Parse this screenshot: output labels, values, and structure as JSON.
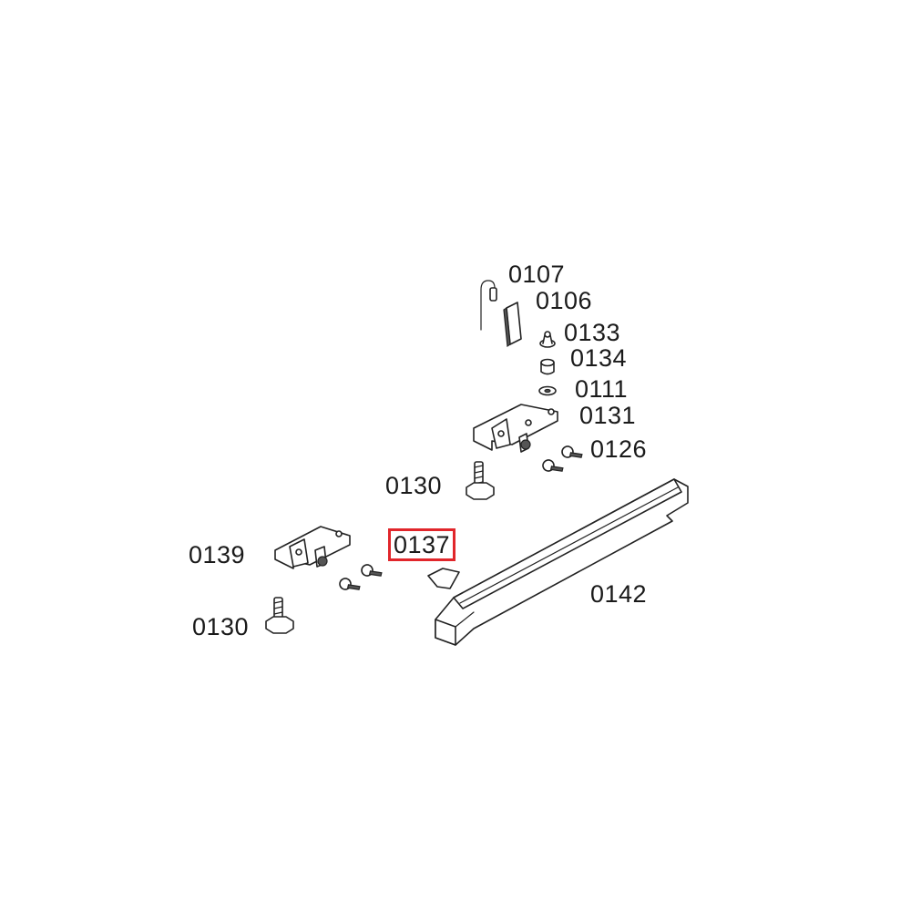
{
  "highlight_color": "#e1262b",
  "labels": {
    "p0107": "0107",
    "p0106": "0106",
    "p0133": "0133",
    "p0134": "0134",
    "p0111": "0111",
    "p0131": "0131",
    "p0126": "0126",
    "p0130_upper": "0130",
    "p0137": "0137",
    "p0139": "0139",
    "p0142": "0142",
    "p0130_lower": "0130"
  },
  "highlighted_part": "0137"
}
